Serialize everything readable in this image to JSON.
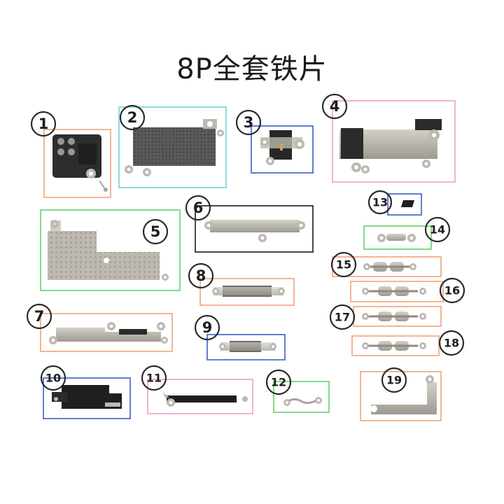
{
  "title": "8P全套铁片",
  "colors": {
    "orange": "#f0a37a",
    "cyan": "#6fd3d6",
    "blue": "#3b5fc4",
    "pink": "#e8a2c8",
    "green": "#5fd46a",
    "black": "#1a1a1a",
    "metal": "#b9b6ad",
    "dark_plate": "#2b2b2b"
  },
  "parts": [
    {
      "id": "1",
      "label": "1"
    },
    {
      "id": "2",
      "label": "2"
    },
    {
      "id": "3",
      "label": "3"
    },
    {
      "id": "4",
      "label": "4"
    },
    {
      "id": "5",
      "label": "5"
    },
    {
      "id": "6",
      "label": "6"
    },
    {
      "id": "7",
      "label": "7"
    },
    {
      "id": "8",
      "label": "8"
    },
    {
      "id": "9",
      "label": "9"
    },
    {
      "id": "10",
      "label": "10"
    },
    {
      "id": "11",
      "label": "11"
    },
    {
      "id": "12",
      "label": "12"
    },
    {
      "id": "13",
      "label": "13"
    },
    {
      "id": "14",
      "label": "14"
    },
    {
      "id": "15",
      "label": "15"
    },
    {
      "id": "16",
      "label": "16"
    },
    {
      "id": "17",
      "label": "17"
    },
    {
      "id": "18",
      "label": "18"
    },
    {
      "id": "19",
      "label": "19"
    }
  ]
}
